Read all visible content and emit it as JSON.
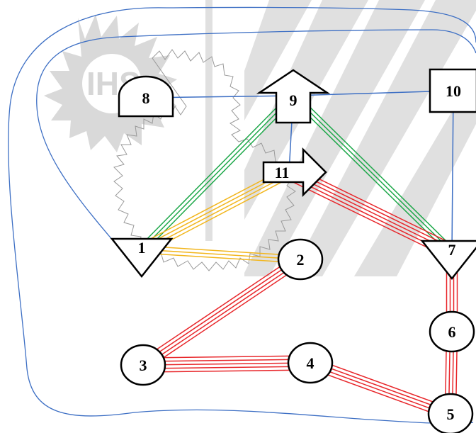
{
  "watermark": {
    "text": "IHS",
    "color": "#d4d4d4"
  },
  "link_colors": {
    "red": "#e8262a",
    "green": "#1ea84a",
    "yellow": "#f2b61d",
    "blue": "#3d6fc4"
  },
  "nodes": [
    {
      "id": "1",
      "label": "1",
      "shape": "triangle-down"
    },
    {
      "id": "2",
      "label": "2",
      "shape": "circle"
    },
    {
      "id": "3",
      "label": "3",
      "shape": "circle"
    },
    {
      "id": "4",
      "label": "4",
      "shape": "circle"
    },
    {
      "id": "5",
      "label": "5",
      "shape": "circle"
    },
    {
      "id": "6",
      "label": "6",
      "shape": "circle"
    },
    {
      "id": "7",
      "label": "7",
      "shape": "triangle-down"
    },
    {
      "id": "8",
      "label": "8",
      "shape": "dome"
    },
    {
      "id": "9",
      "label": "9",
      "shape": "arrow-up"
    },
    {
      "id": "10",
      "label": "10",
      "shape": "rectangle"
    },
    {
      "id": "11",
      "label": "11",
      "shape": "arrow-right"
    }
  ],
  "links": [
    {
      "from": "1",
      "to": "9",
      "color": "green",
      "count": 3
    },
    {
      "from": "9",
      "to": "7",
      "color": "green",
      "count": 3
    },
    {
      "from": "1",
      "to": "11",
      "color": "yellow",
      "count": 4
    },
    {
      "from": "1",
      "to": "2",
      "color": "yellow",
      "count": 3
    },
    {
      "from": "11",
      "to": "7",
      "color": "red",
      "count": 5
    },
    {
      "from": "2",
      "to": "3",
      "color": "red",
      "count": 4
    },
    {
      "from": "3",
      "to": "4",
      "color": "red",
      "count": 5
    },
    {
      "from": "4",
      "to": "5",
      "color": "red",
      "count": 4
    },
    {
      "from": "7",
      "to": "6",
      "color": "red",
      "count": 4
    },
    {
      "from": "6",
      "to": "5",
      "color": "red",
      "count": 4
    },
    {
      "from": "8",
      "to": "9",
      "color": "blue",
      "count": 1
    },
    {
      "from": "9",
      "to": "10",
      "color": "blue",
      "count": 1
    },
    {
      "from": "9",
      "to": "11",
      "color": "blue",
      "count": 1
    },
    {
      "from": "10",
      "to": "7",
      "color": "blue",
      "count": 1
    }
  ],
  "regions": [
    {
      "id": "outer-boundary",
      "color": "blue",
      "style": "curved-outline"
    },
    {
      "id": "inner-boundary",
      "color": "blue",
      "style": "curved-outline"
    },
    {
      "id": "jagged-region",
      "color": "gray",
      "style": "zigzag-outline"
    }
  ]
}
